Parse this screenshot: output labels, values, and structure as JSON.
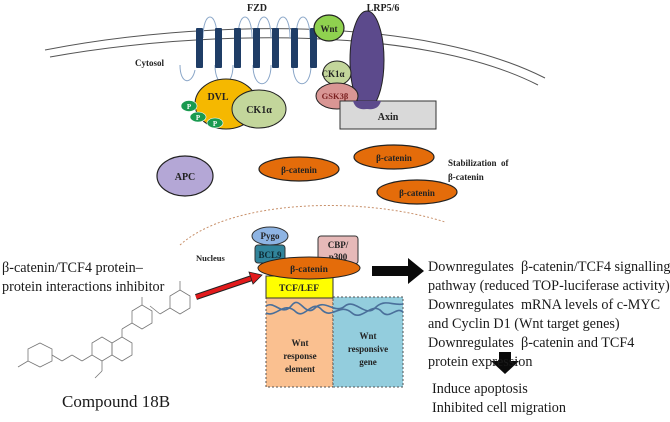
{
  "membrane": {
    "fzd_label": "FZD",
    "lrp_label": "LRP5/6",
    "cytosol_label": "Cytosol",
    "wnt_label": "Wnt"
  },
  "destruction_complex": {
    "dvl_label": "DVL",
    "ck1a_dvl_label": "CK1α",
    "ck1a_lrp_label": "CK1α",
    "gsk3b_label": "GSK3β",
    "axin_label": "Axin",
    "phospho_label": "P",
    "apc_label": "APC"
  },
  "cytoplasm": {
    "bcatenin_label": "β-catenin",
    "stabilization_line1": "Stabilization  of",
    "stabilization_line2": "β-catenin"
  },
  "nucleus": {
    "label": "Nucleus",
    "pygo_label": "Pygo",
    "bcl9_label": "BCL9",
    "cbp_line1": "CBP/",
    "cbp_line2": "p300",
    "bcatenin_label": "β-catenin",
    "tcf_label": "TCF/LEF",
    "response_element": [
      "Wnt",
      "response",
      "element"
    ],
    "responsive_gene": [
      "Wnt",
      "responsive",
      "gene"
    ]
  },
  "inhibitor": {
    "line1": "β-catenin/TCF4 protein–",
    "line2": "protein interactions inhibitor",
    "compound_name": "Compound 18B"
  },
  "effects": [
    "Downregulates  β-catenin/TCF4 signalling",
    "pathway (reduced TOP-luciferase activity)",
    "Downregulates  mRNA levels of c-MYC",
    "and Cyclin D1 (Wnt target genes)",
    "Downregulates  β-catenin and TCF4",
    "protein expression"
  ],
  "outcomes": [
    "Induce apoptosis",
    "Inhibited cell migration"
  ],
  "colors": {
    "fzd": "#1f3d66",
    "wnt": "#8fd14f",
    "lrp": "#5c4a8c",
    "dvl": "#f5b800",
    "ck1a": "#c3d69b",
    "gsk3b": "#d99694",
    "axin": "#d9d9d9",
    "phospho": "#1a9a50",
    "apc": "#b4a7d6",
    "bcatenin": "#e46c0a",
    "pygo": "#8eb4e3",
    "bcl9": "#31849b",
    "cbp": "#e6b9b8",
    "tcf": "#ffff00",
    "response_element": "#fac090",
    "responsive_gene": "#93cddd",
    "inhibit_arrow": "#e31a1c"
  }
}
